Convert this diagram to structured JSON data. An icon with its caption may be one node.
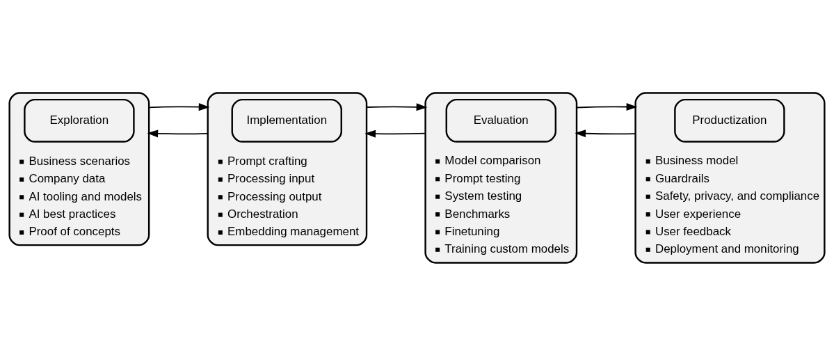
{
  "diagram": {
    "nodes": [
      {
        "text": [
          "Business scenarios",
          "Company data",
          "AI tooling and models",
          "AI best practices",
          "Proof of concepts"
        ]
      },
      {
        "text": [
          "Exploration"
        ],
        "in": 0
      },
      {
        "text": [
          "Prompt crafting",
          "Processing input",
          "Processing output",
          "Orchestration",
          "Embedding management"
        ]
      },
      {
        "text": [
          "Implementation"
        ],
        "in": 2
      },
      {
        "text": [
          "Model comparison",
          "Prompt testing",
          "System testing",
          "Benchmarks",
          "Finetuning",
          "Training custom models"
        ]
      },
      {
        "text": [
          "Evaluation"
        ],
        "in": 4
      },
      {
        "text": [
          "Business model",
          "Guardrails",
          "Safety, privacy, and compliance",
          "User experience",
          "User feedback",
          "Deployment and monitoring"
        ]
      },
      {
        "text": [
          "Productization"
        ],
        "in": 6
      }
    ],
    "edges": [
      {
        "from": 2,
        "to": 0,
        "arrow": "to"
      },
      {
        "from": 4,
        "to": 2,
        "arrow": "to"
      },
      {
        "from": 6,
        "to": 4,
        "arrow": "to"
      },
      {
        "from": 0,
        "to": 2,
        "arrow": "to"
      },
      {
        "from": 2,
        "to": 4,
        "arrow": "to"
      },
      {
        "from": 4,
        "to": 6,
        "arrow": "to"
      }
    ]
  }
}
